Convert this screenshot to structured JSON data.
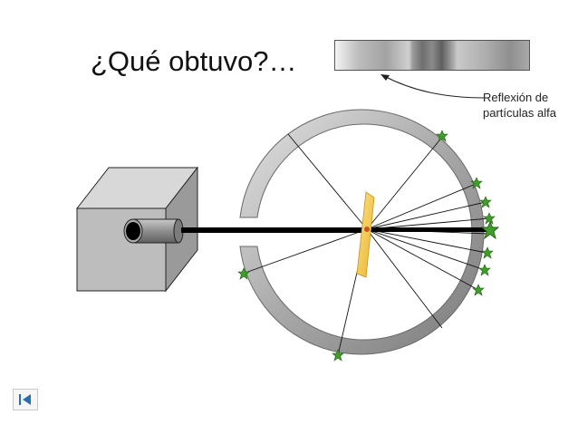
{
  "slide": {
    "title": "¿Qué obtuvo?…",
    "annotation": {
      "line1": "Reflexión de",
      "line2": "partículas alfa"
    }
  },
  "controls": {
    "back_icon": "skip-back-icon"
  },
  "colors": {
    "ring_light": "#d6d6d6",
    "ring_dark": "#8c8c8c",
    "gold_foil": "#f2c744",
    "flash": "#3f9e2a",
    "beam": "#000000"
  }
}
